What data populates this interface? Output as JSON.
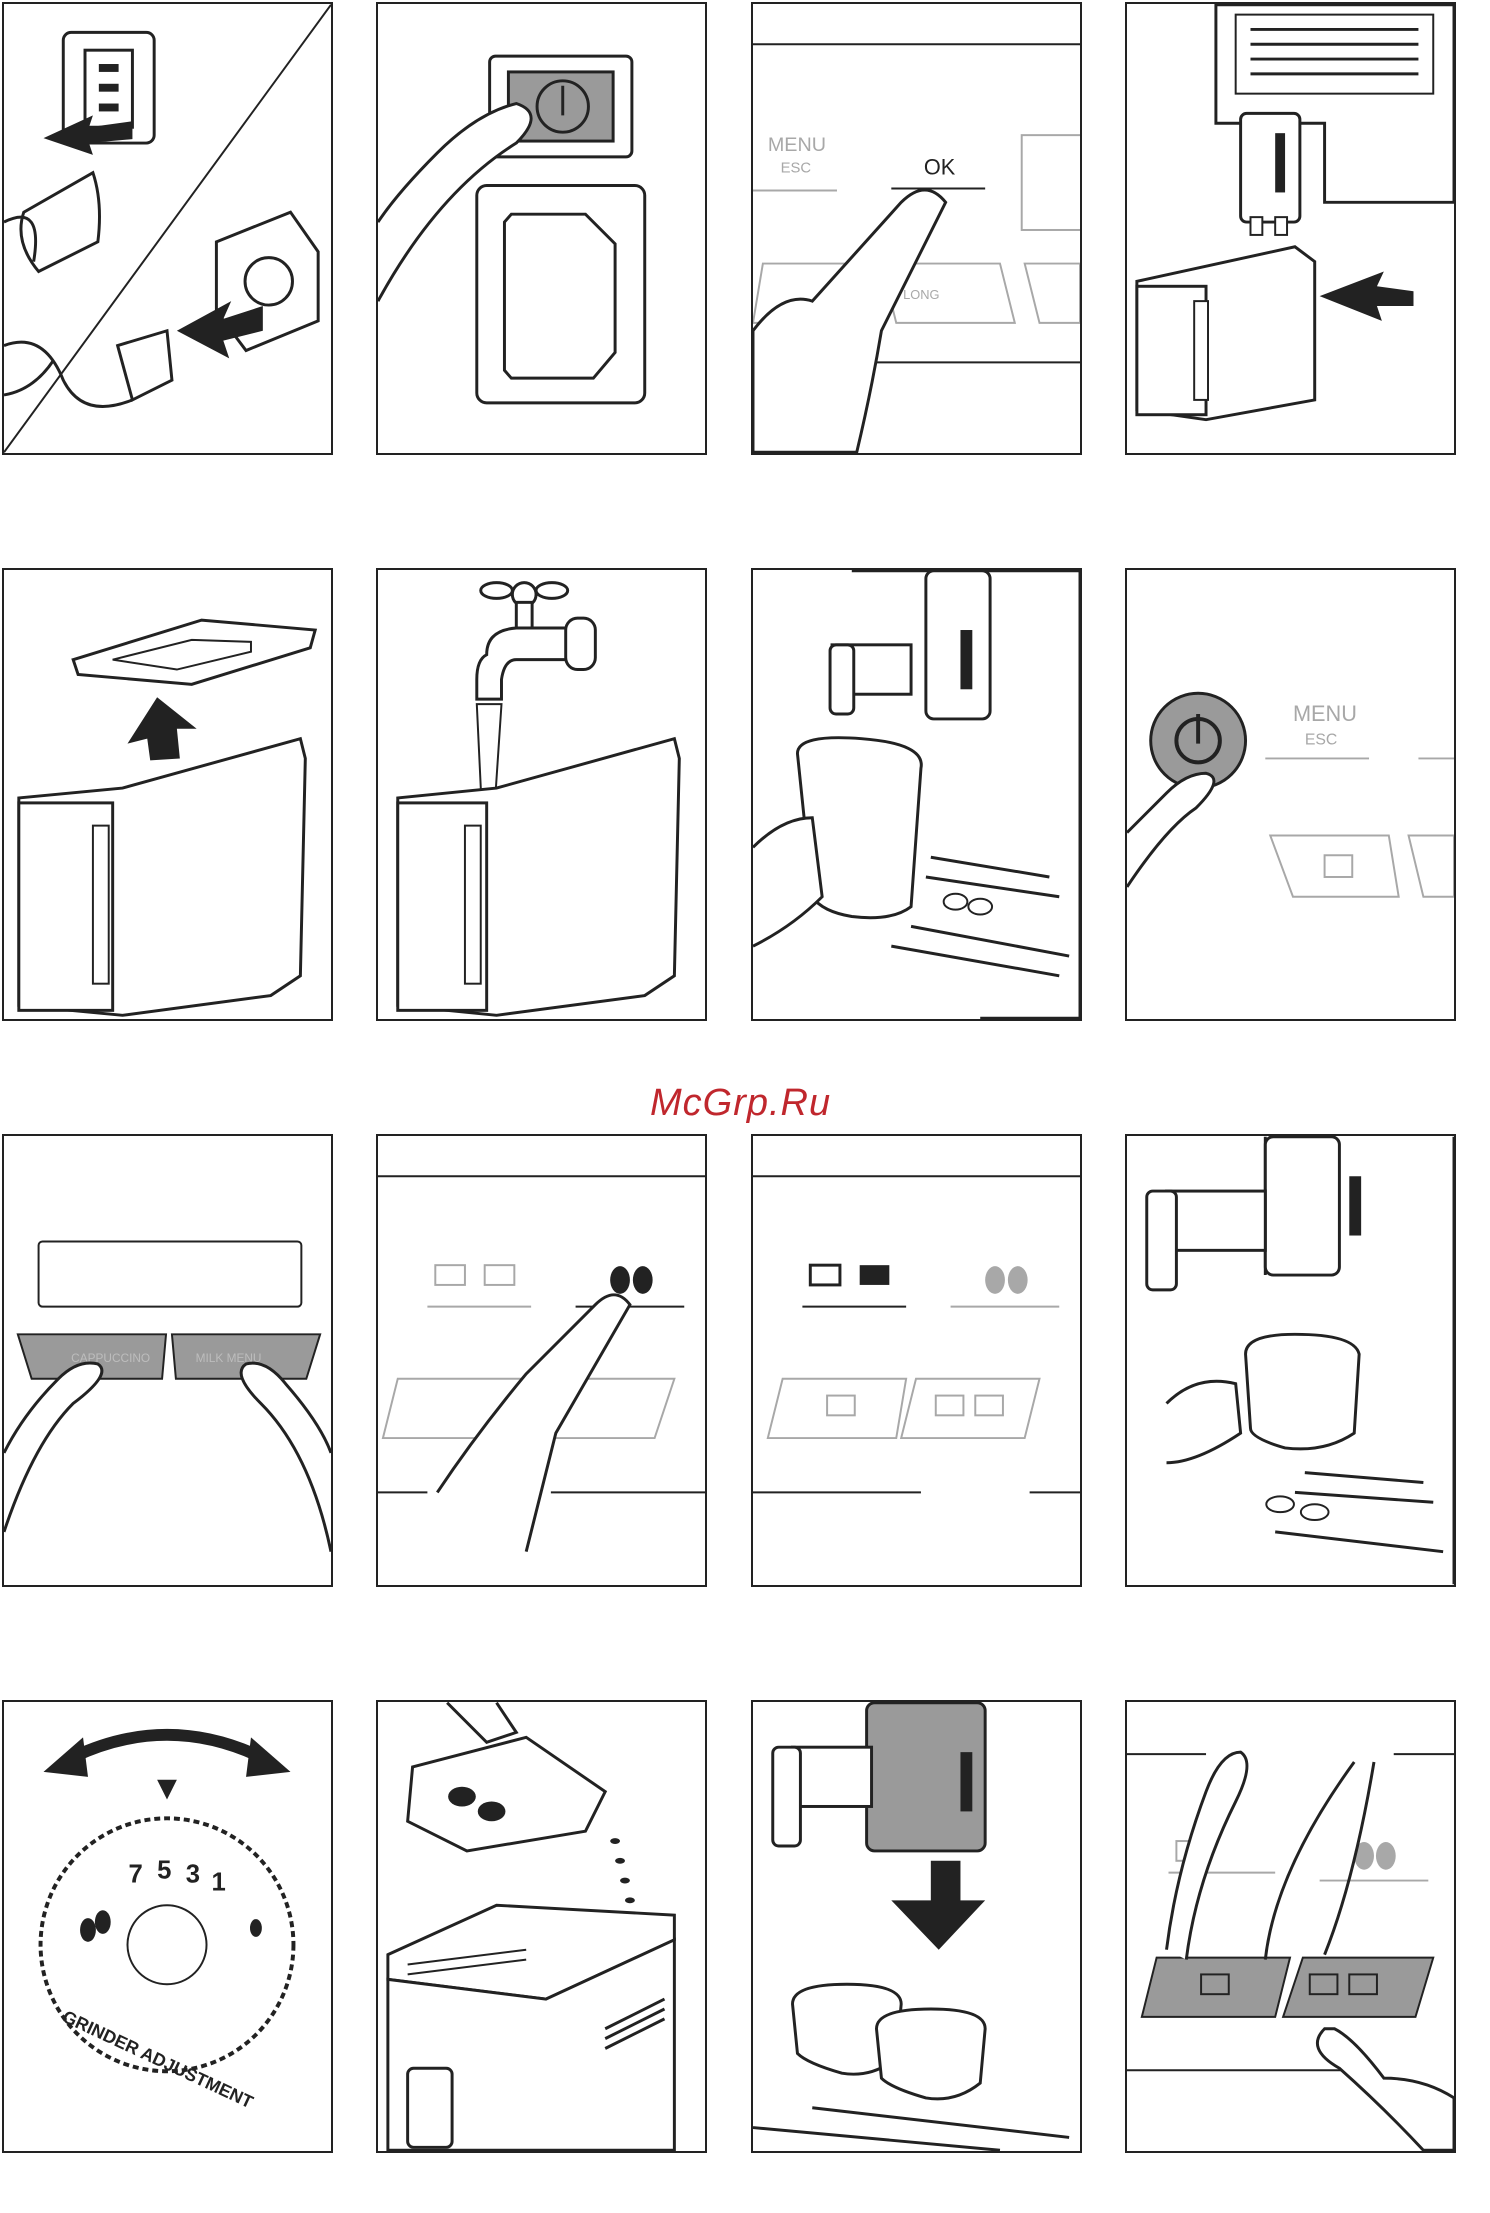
{
  "watermark": "McGrp.Ru",
  "panel2": {
    "ok_label": "OK",
    "menu_label": "MENU",
    "esc_label": "ESC",
    "long_label": "LONG"
  },
  "panel8": {
    "menu_label": "MENU",
    "esc_label": "ESC"
  },
  "panel9": {
    "left_button": "CAPPUCCINO",
    "right_button": "MILK MENU"
  },
  "panel13": {
    "dial_numbers": [
      "7",
      "5",
      "3",
      "1"
    ],
    "dial_caption": "GRINDER ADJUSTMENT"
  },
  "colors": {
    "line": "#222222",
    "grey_fill": "#9a9a9a",
    "light_grey": "#a8a8a8",
    "watermark": "#c0272d"
  }
}
